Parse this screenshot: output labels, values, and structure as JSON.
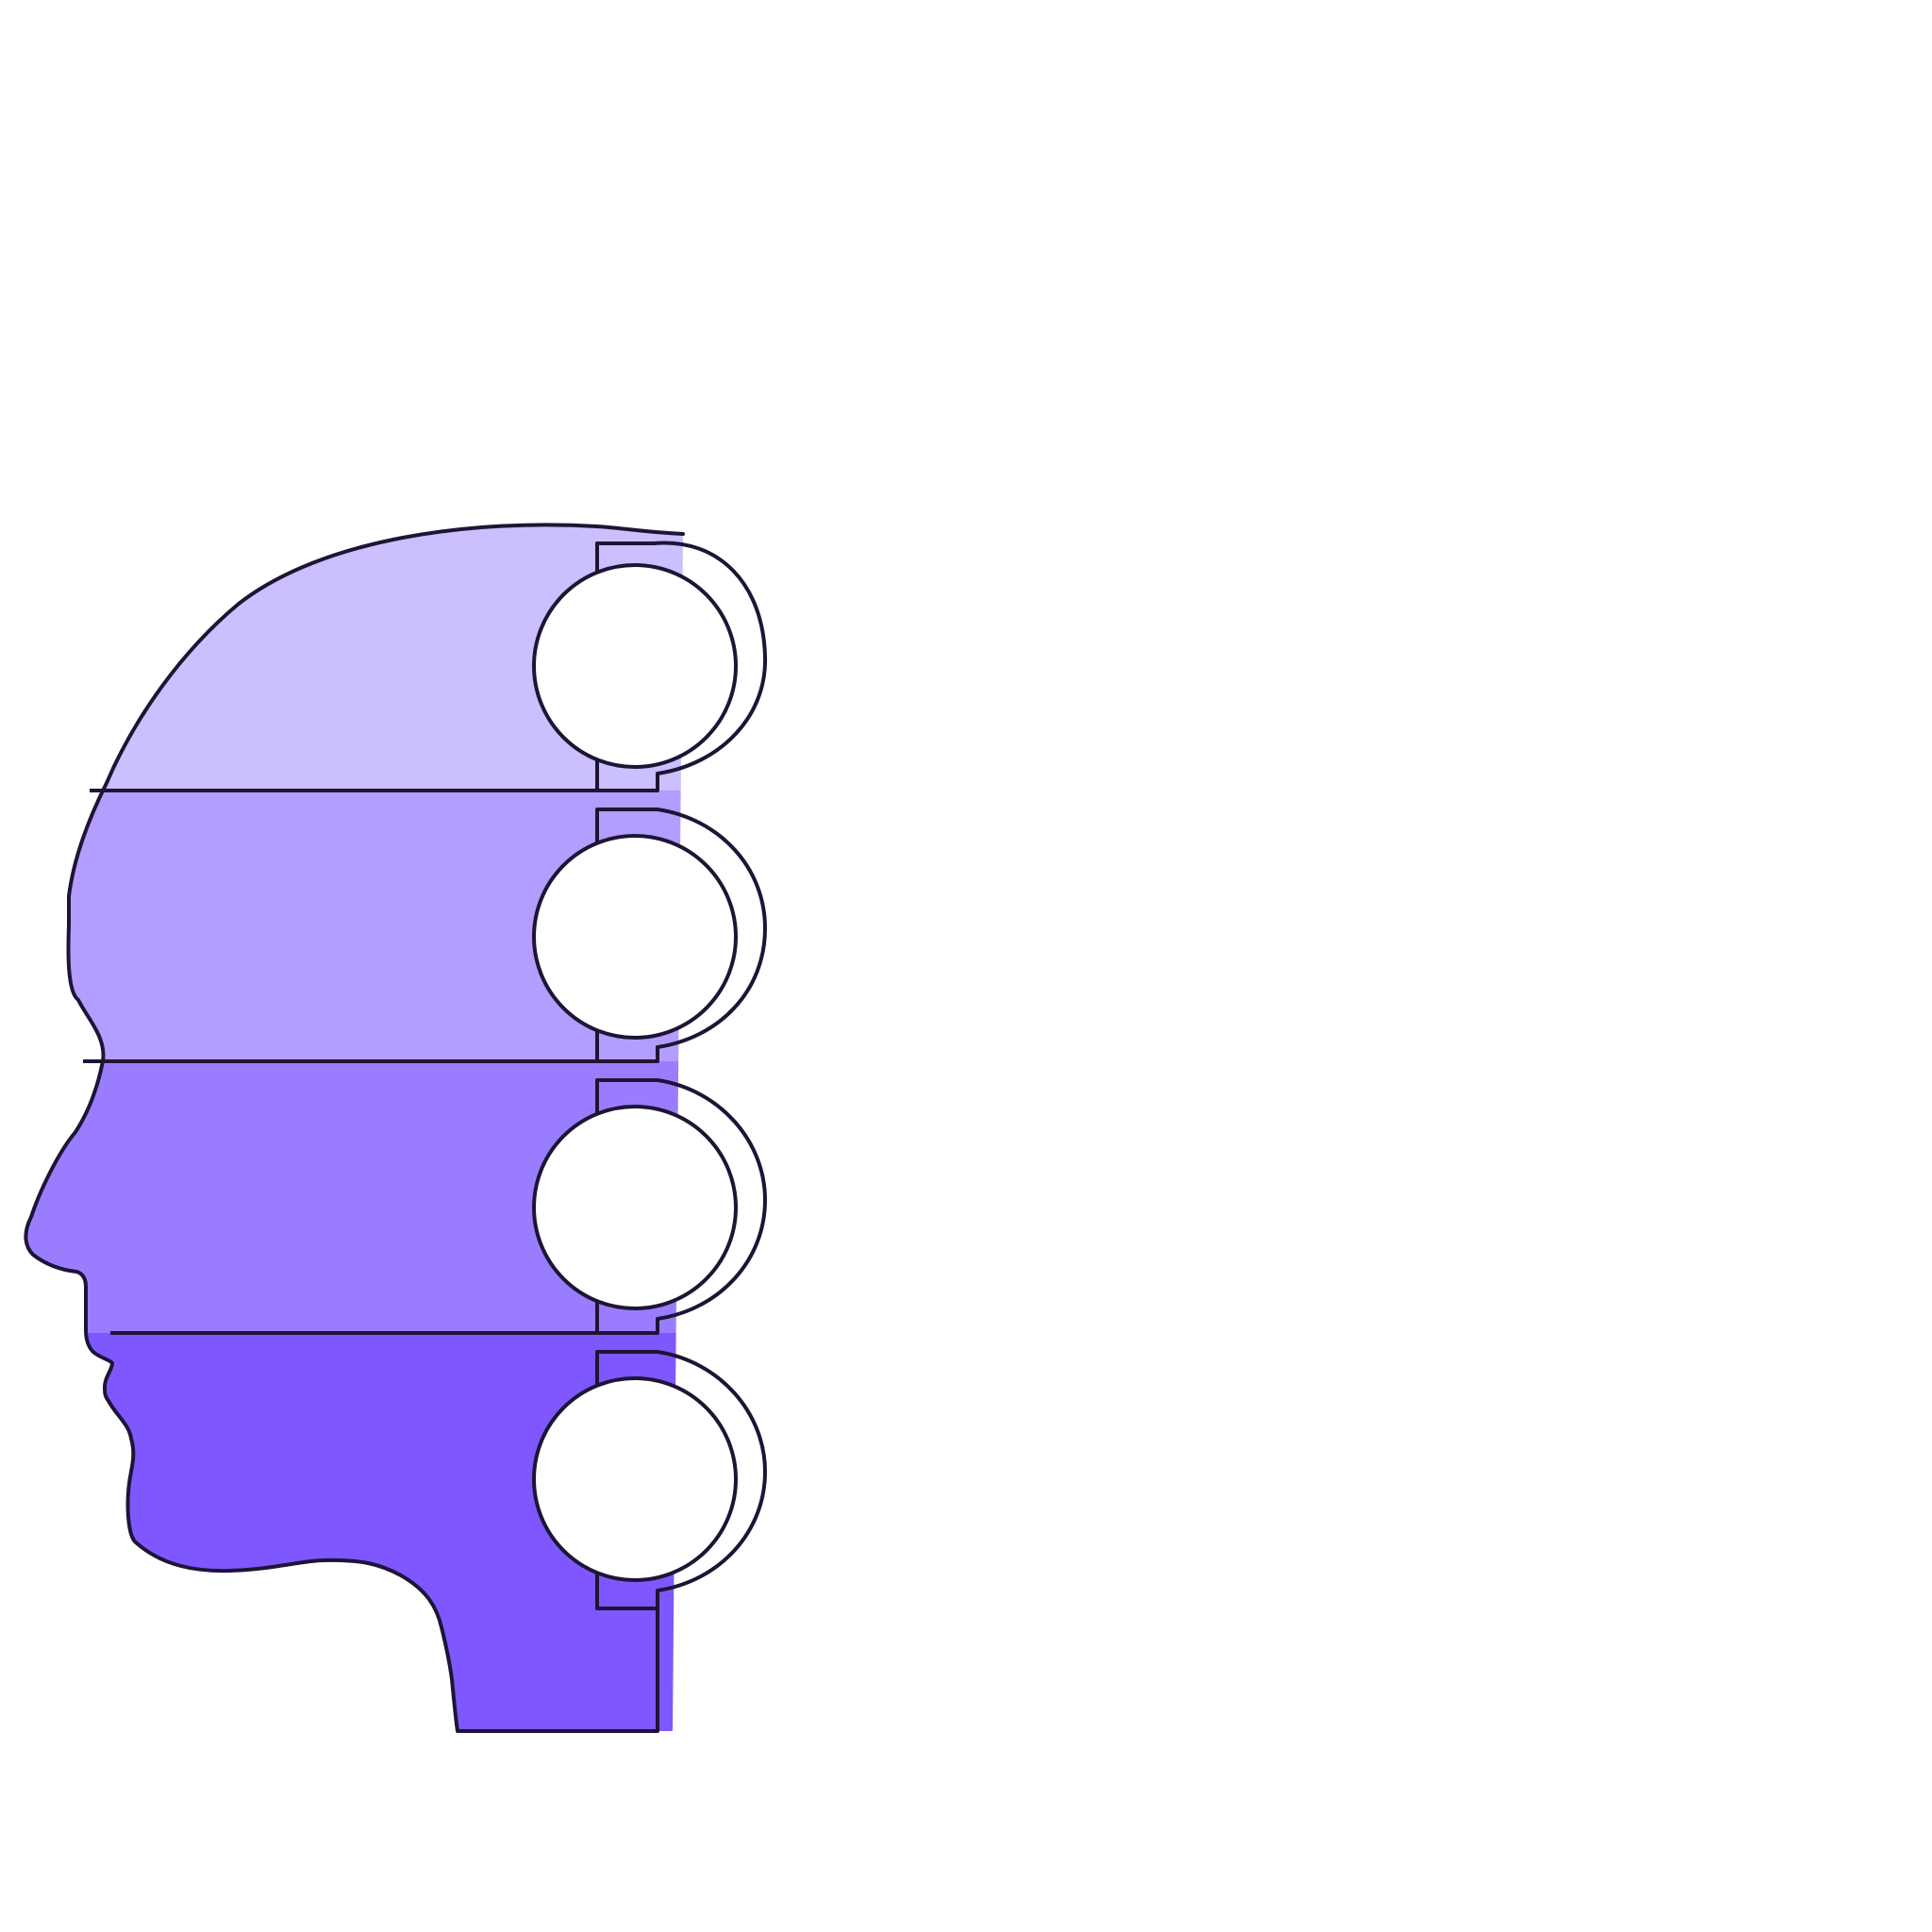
{
  "diagram": {
    "type": "head-profile-infographic",
    "segment_count": 4,
    "segments": [
      {
        "id": "segment-1",
        "color": "#cbbfff"
      },
      {
        "id": "segment-2",
        "color": "#b39dff"
      },
      {
        "id": "segment-3",
        "color": "#9a7dff"
      },
      {
        "id": "segment-4",
        "color": "#7f57ff"
      }
    ],
    "outline_color": "#1e1535",
    "background_color": "#ffffff"
  }
}
